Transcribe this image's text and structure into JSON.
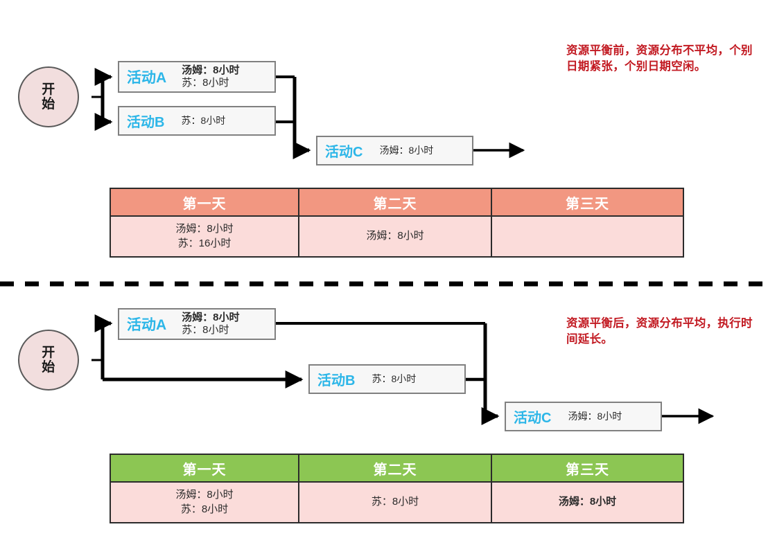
{
  "sections": {
    "before": {
      "start": {
        "label_line1": "开",
        "label_line2": "始"
      },
      "annotation": "资源平衡前，资源分布不平均，个别日期紧张，个别日期空闲。",
      "activities": [
        {
          "name": "活动A",
          "resources": [
            {
              "text": "汤姆：8小时",
              "bold": true
            },
            {
              "text": "苏：8小时",
              "bold": false
            }
          ]
        },
        {
          "name": "活动B",
          "resources": [
            {
              "text": "苏：8小时",
              "bold": false
            }
          ]
        },
        {
          "name": "活动C",
          "resources": [
            {
              "text": "汤姆：8小时",
              "bold": false
            }
          ]
        }
      ],
      "table": {
        "headers": [
          "第一天",
          "第二天",
          "第三天"
        ],
        "rows": [
          [
            {
              "lines": [
                {
                  "text": "汤姆：8小时",
                  "bold": false
                },
                {
                  "text": "苏：16小时",
                  "bold": false
                }
              ]
            },
            {
              "lines": [
                {
                  "text": "汤姆：8小时",
                  "bold": false
                }
              ]
            },
            {
              "lines": []
            }
          ]
        ]
      }
    },
    "after": {
      "start": {
        "label_line1": "开",
        "label_line2": "始"
      },
      "annotation": "资源平衡后，资源分布平均，执行时间延长。",
      "activities": [
        {
          "name": "活动A",
          "resources": [
            {
              "text": "汤姆：8小时",
              "bold": true
            },
            {
              "text": "苏：8小时",
              "bold": false
            }
          ]
        },
        {
          "name": "活动B",
          "resources": [
            {
              "text": "苏：8小时",
              "bold": false
            }
          ]
        },
        {
          "name": "活动C",
          "resources": [
            {
              "text": "汤姆：8小时",
              "bold": false
            }
          ]
        }
      ],
      "table": {
        "headers": [
          "第一天",
          "第二天",
          "第三天"
        ],
        "rows": [
          [
            {
              "lines": [
                {
                  "text": "汤姆：8小时",
                  "bold": false
                },
                {
                  "text": "苏：8小时",
                  "bold": false
                }
              ]
            },
            {
              "lines": [
                {
                  "text": "苏：8小时",
                  "bold": false
                }
              ]
            },
            {
              "lines": [
                {
                  "text": "汤姆：8小时",
                  "bold": true
                }
              ]
            }
          ]
        ]
      }
    }
  },
  "colors": {
    "activity_name": "#2cb6e8",
    "annotation_red": "#c21a22",
    "start_fill": "#f2dede",
    "header_before": "#f29781",
    "header_after": "#8cc653",
    "cell_fill": "#fbdcda",
    "wire": "#000000"
  },
  "divider": {
    "style": "dashed"
  }
}
